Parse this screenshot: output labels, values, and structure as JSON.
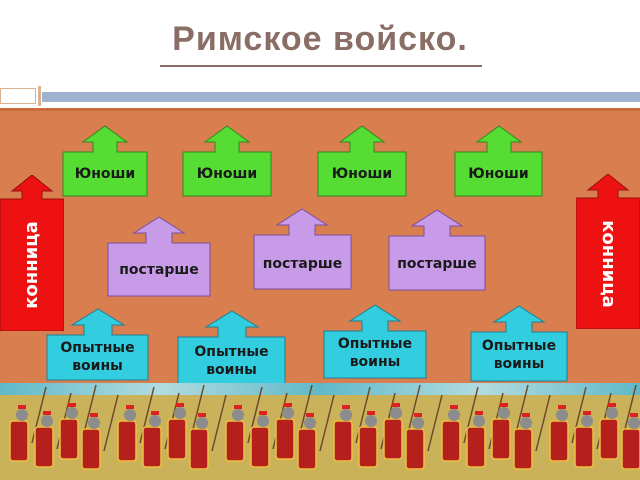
{
  "title": "Римское войско.",
  "rows": {
    "youths": "Юноши",
    "older": "постарше",
    "veterans": "Опытные воины",
    "cavalry": "конница"
  },
  "colors": {
    "board": "#d97f4f",
    "youths": "#55dd33",
    "older": "#c89be8",
    "veterans": "#33cde0",
    "cavalry": "#ee1111",
    "title": "#8a6e66"
  }
}
